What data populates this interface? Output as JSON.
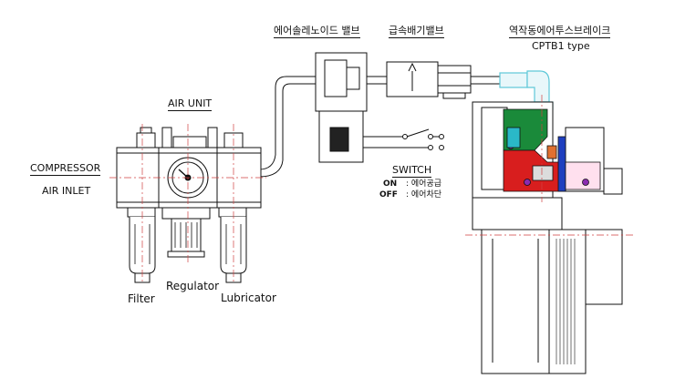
{
  "labels": {
    "solenoid_valve": "에어솔레노이드 밸브",
    "quick_exhaust_valve": "급속배기밸브",
    "brake_title": "역작동에어투스브레이크",
    "brake_model": "CPTB1  type",
    "air_unit": "AIR  UNIT",
    "compressor": "COMPRESSOR",
    "air_inlet": "AIR  INLET",
    "switch": "SWITCH",
    "switch_on_key": "ON",
    "switch_on_desc": ": 에어공급",
    "switch_off_key": "OFF",
    "switch_off_desc": ": 에어차단",
    "filter": "Filter",
    "regulator": "Regulator",
    "lubricator": "Lubricator"
  },
  "colors": {
    "line": "#111111",
    "centerline": "#d04040",
    "brake_green": "#1a8a3a",
    "brake_red": "#d81e1e",
    "brake_blue": "#1f3fbf",
    "brake_purple": "#8a2bb0",
    "brake_cyan": "#2ab8c8",
    "fitting_cyan": "#5ec8d8"
  }
}
